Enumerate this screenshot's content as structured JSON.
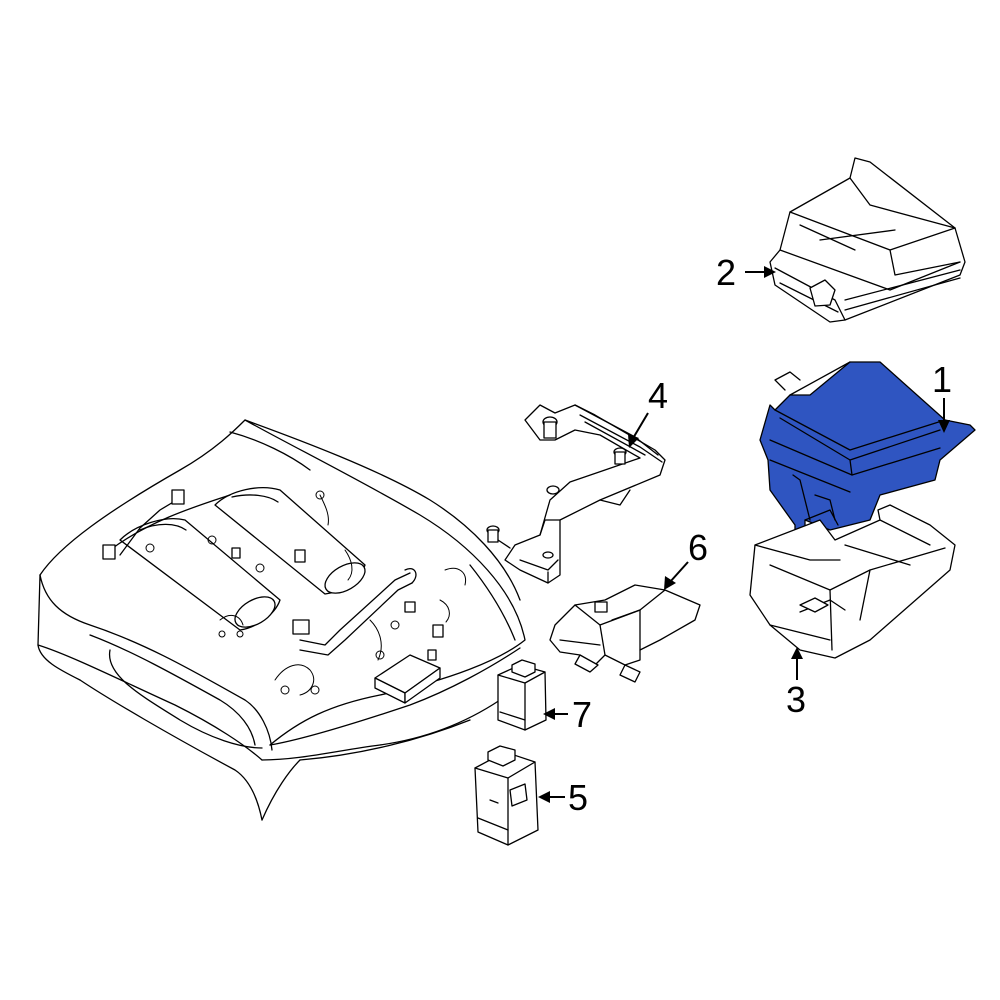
{
  "callouts": [
    {
      "id": "1",
      "label": "1"
    },
    {
      "id": "2",
      "label": "2"
    },
    {
      "id": "3",
      "label": "3"
    },
    {
      "id": "4",
      "label": "4"
    },
    {
      "id": "5",
      "label": "5"
    },
    {
      "id": "6",
      "label": "6"
    },
    {
      "id": "7",
      "label": "7"
    }
  ],
  "colors": {
    "highlight_fill": "#2f55c1",
    "line": "#000000",
    "background": "#ffffff"
  }
}
